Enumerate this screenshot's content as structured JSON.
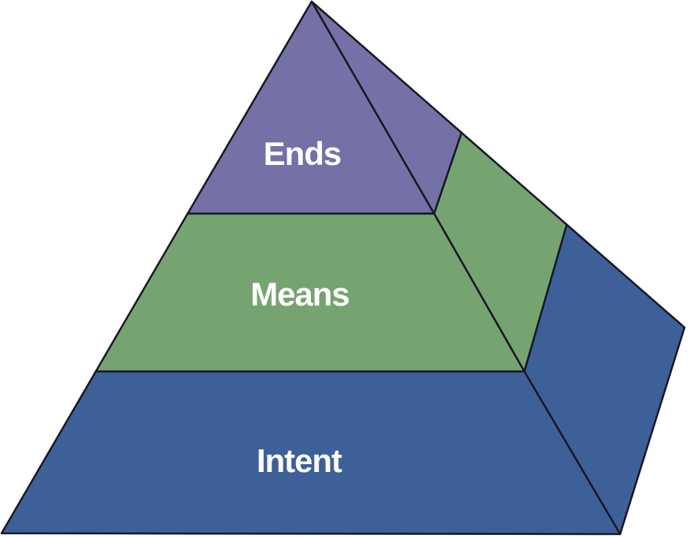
{
  "diagram": {
    "type": "pyramid-3d",
    "layers": [
      {
        "id": "ends",
        "label": "Ends",
        "color": "#7471A7"
      },
      {
        "id": "means",
        "label": "Means",
        "color": "#76A471"
      },
      {
        "id": "intent",
        "label": "Intent",
        "color": "#3D6099"
      }
    ]
  },
  "colors": {
    "outline": "#181824",
    "text": "#FFFFFF",
    "background": "#FFFFFF"
  }
}
